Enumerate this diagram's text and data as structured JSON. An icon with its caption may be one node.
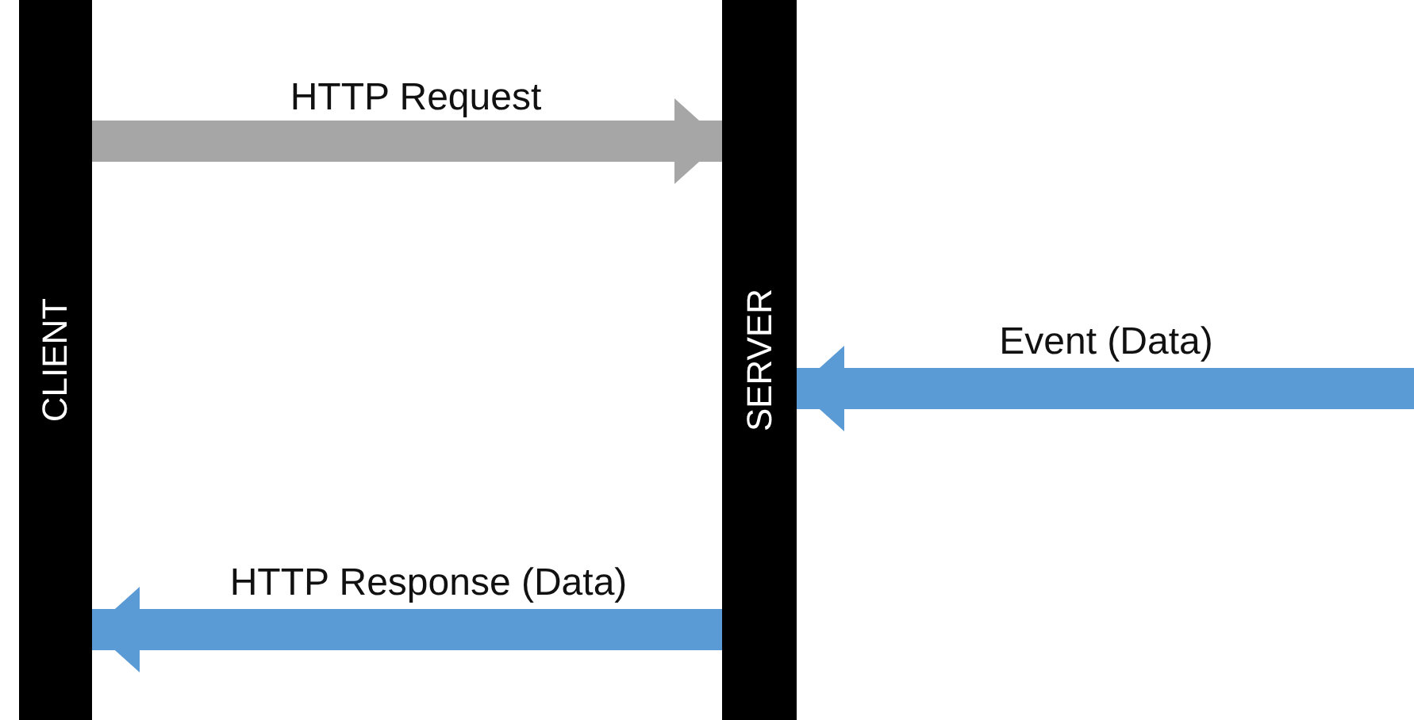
{
  "diagram": {
    "nodes": [
      {
        "text": [
          "CLIENT"
        ]
      },
      {
        "text": [
          "SERVER"
        ]
      }
    ],
    "edges": [
      {
        "from": 0,
        "to": 1,
        "arrow": "to",
        "label": "HTTP Request",
        "color": "#a6a6a6"
      },
      {
        "from": null,
        "to": 1,
        "arrow": "to",
        "label": "Event (Data)"
      },
      {
        "from": 1,
        "to": 0,
        "arrow": "to",
        "label": "HTTP Response (Data)"
      }
    ]
  }
}
